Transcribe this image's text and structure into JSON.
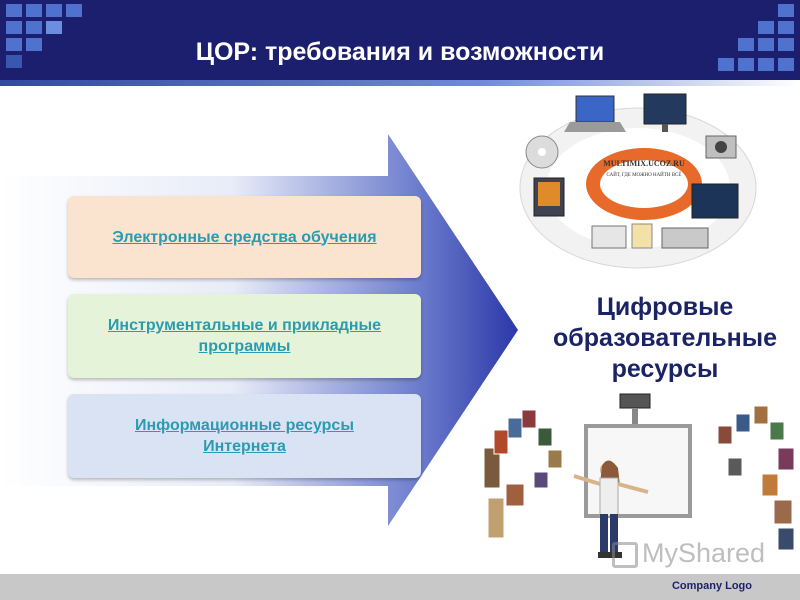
{
  "header": {
    "title": "ЦОР: требования и возможности"
  },
  "boxes": [
    {
      "label": "Электронные средства обучения"
    },
    {
      "label_line1": "Инструментальные и прикладные",
      "label_line2": "программы"
    },
    {
      "label_line1": "Информационные ресурсы",
      "label_line2": "Интернета"
    }
  ],
  "resources": {
    "line1": "Цифровые",
    "line2": "образовательные",
    "line3": "ресурсы"
  },
  "multimedia_badge": {
    "line1": "MULTIMIX.UCOZ.RU",
    "line2": "САЙТ, ГДЕ МОЖНО НАЙТИ ВСЁ"
  },
  "footer": {
    "logo": "Company Logo"
  },
  "watermark": {
    "text": "MyShared"
  },
  "colors": {
    "header": "#1c1f6e",
    "link": "#2a9bb0",
    "resources_text": "#1b2367",
    "arrow": "#3a4bb5"
  }
}
